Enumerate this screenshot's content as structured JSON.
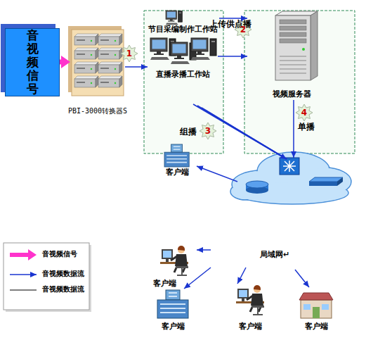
{
  "diagram": {
    "nodes": [
      {
        "text": [
          "音视频信号"
        ]
      },
      {
        "text": [
          "PBI-3000转换器S"
        ]
      },
      {
        "text": [
          "节目采编制作工作站"
        ]
      },
      {
        "text": [
          "直播录播工作站"
        ]
      },
      {
        "text": [
          "视频服务器"
        ]
      },
      {
        "text": [
          "客户端"
        ]
      },
      {
        "text": [
          "客户端"
        ]
      },
      {
        "text": [
          "客户端"
        ]
      },
      {
        "text": [
          "客户端"
        ]
      },
      {
        "text": [
          "客户端"
        ]
      }
    ],
    "edges": [
      {
        "from": 0,
        "to": 1,
        "arrow": "to"
      },
      {
        "from": 1,
        "to": 3,
        "arrow": "to"
      },
      {
        "from": 2,
        "to": 4,
        "label": "上传供点播",
        "arrow": "to"
      },
      {
        "from": 3,
        "to": 4,
        "arrow": "to"
      }
    ],
    "labels": [
      "1",
      "2",
      "3",
      "组播",
      "4",
      "单播",
      "局域网↵"
    ],
    "legend": [
      {
        "text": "音视频信号"
      },
      {
        "text": "音视频数据流"
      },
      {
        "text": "音视频数据流"
      }
    ]
  }
}
